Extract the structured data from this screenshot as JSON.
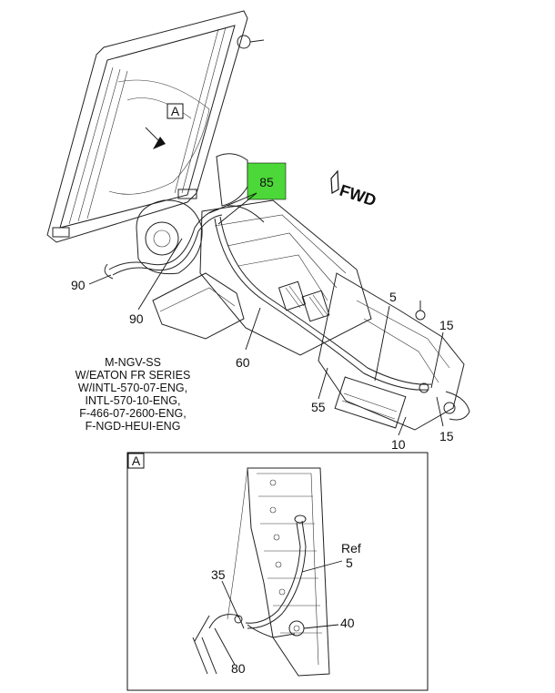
{
  "main_view": {
    "section_ref": "A",
    "fwd_label": "FWD",
    "callouts": {
      "c85": "85",
      "c90a": "90",
      "c90b": "90",
      "c60": "60",
      "c5": "5",
      "c15a": "15",
      "c15b": "15",
      "c55": "55",
      "c10": "10"
    },
    "highlight_color": "#4cd838",
    "model_note": [
      "M-NGV-SS",
      "W/EATON FR SERIES",
      "W/INTL-570-07-ENG,",
      "INTL-570-10-ENG,",
      "F-466-07-2600-ENG,",
      "F-NGD-HEUI-ENG"
    ]
  },
  "detail_view": {
    "title": "A",
    "callouts": {
      "c35": "35",
      "cref": "Ref",
      "c5": "5",
      "c40": "40",
      "c80": "80"
    }
  }
}
